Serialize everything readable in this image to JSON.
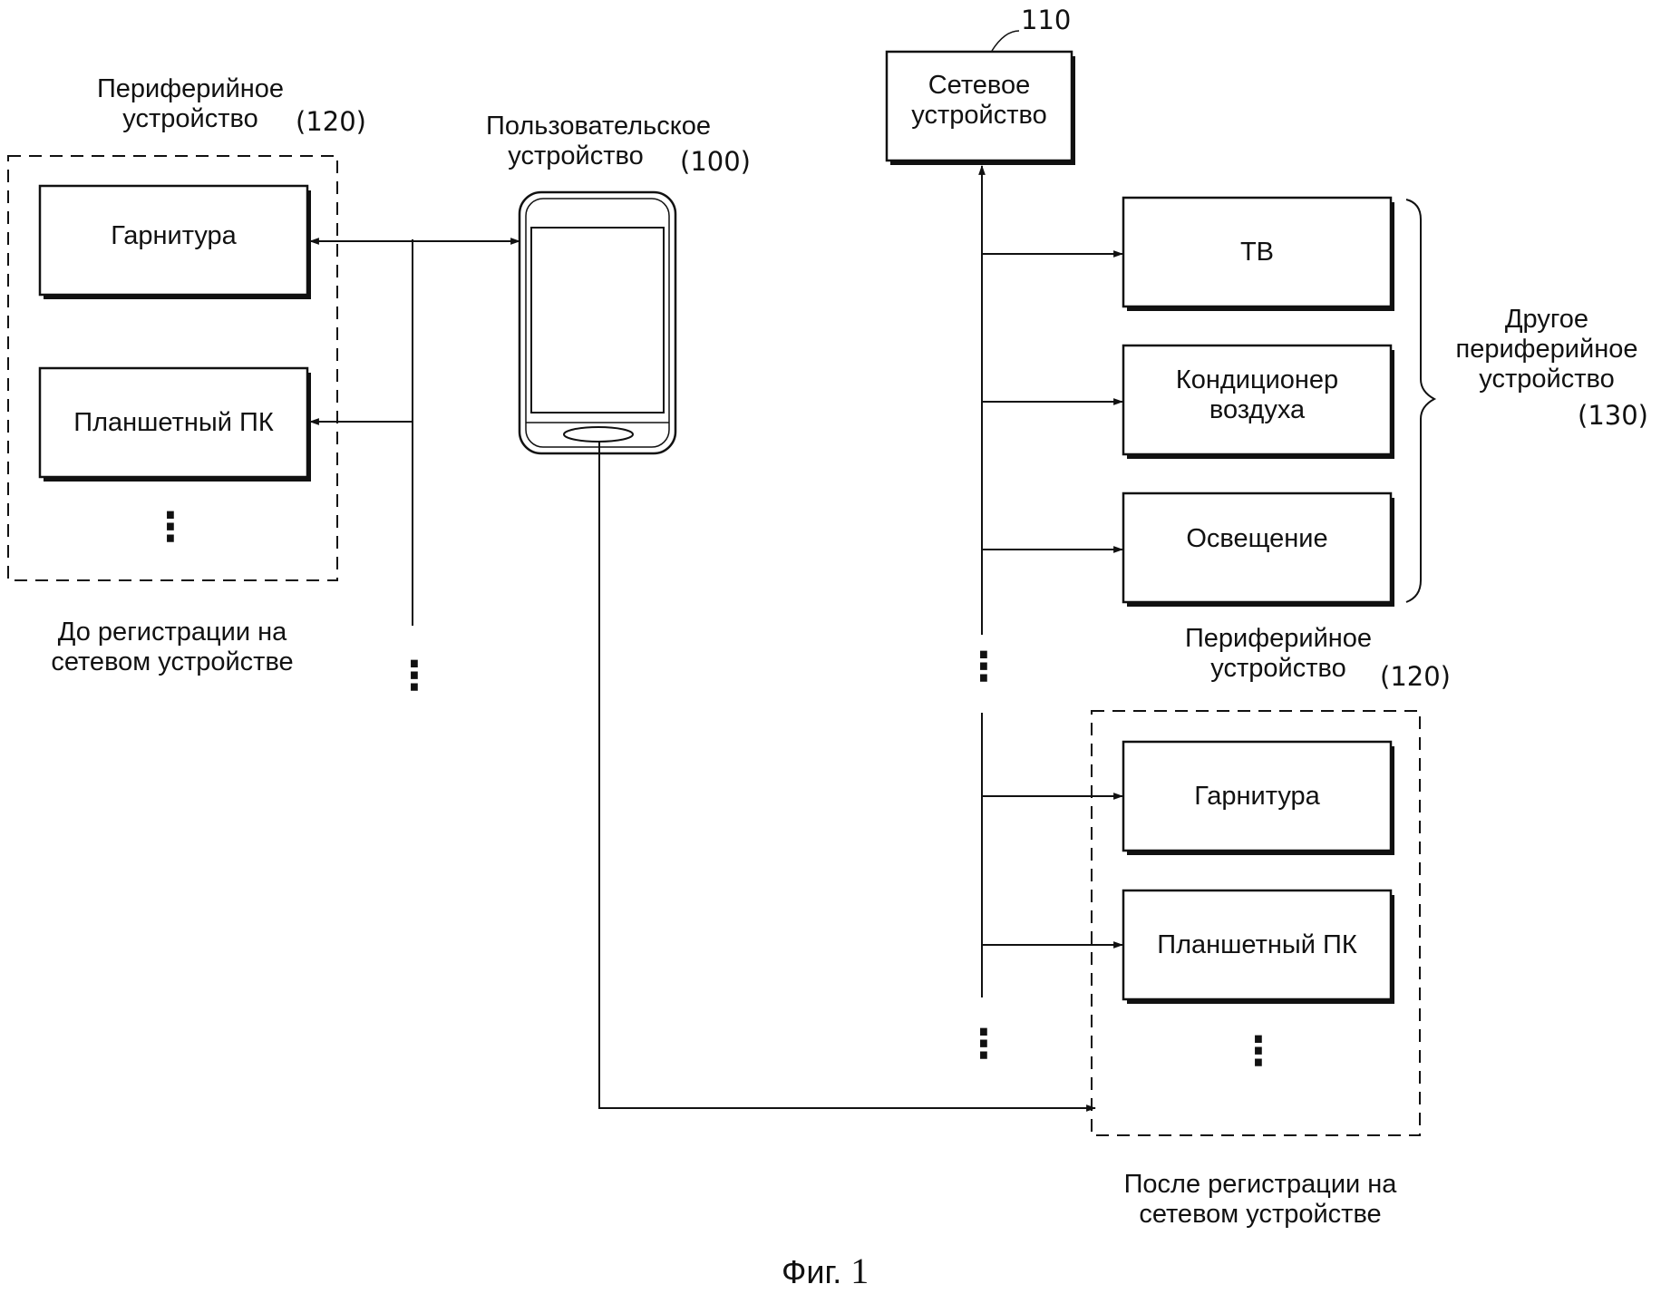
{
  "user_device": {
    "label_lines": [
      "Пользовательское",
      "устройство"
    ],
    "ref": "(100)"
  },
  "network_device": {
    "label_lines": [
      "Сетевое",
      "устройство"
    ],
    "ref": "110"
  },
  "before_group": {
    "title_lines": [
      "Периферийное",
      "устройство"
    ],
    "ref": "(120)",
    "items": [
      "Гарнитура",
      "Планшетный ПК"
    ],
    "ellipsis": "⋮",
    "caption_lines": [
      "До регистрации на",
      "сетевом устройстве"
    ]
  },
  "other_group": {
    "items": [
      "ТВ",
      [
        "Кондиционер",
        "воздуха"
      ],
      "Освещение"
    ],
    "label_lines": [
      "Другое",
      "периферийное",
      "устройство"
    ],
    "ref": "(130)"
  },
  "after_group": {
    "title_lines": [
      "Периферийное",
      "устройство"
    ],
    "ref": "(120)",
    "items": [
      "Гарнитура",
      "Планшетный ПК"
    ],
    "ellipsis": "⋮",
    "caption_lines": [
      "После регистрации на",
      "сетевом устройстве"
    ]
  },
  "continuation": "⋮",
  "figure_caption": {
    "prefix": "Фиг.",
    "number": "1"
  }
}
